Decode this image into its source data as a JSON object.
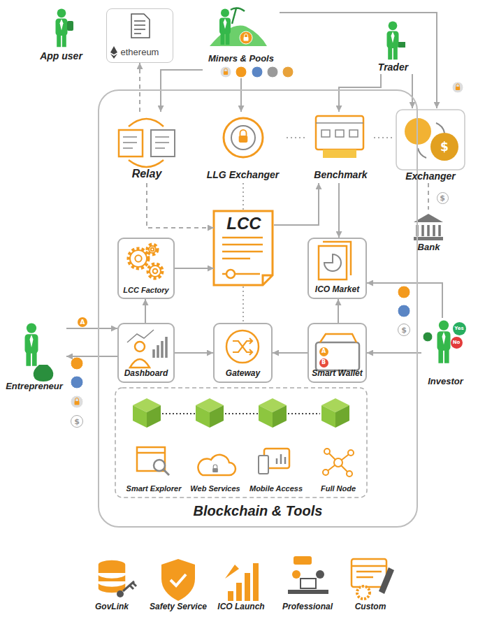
{
  "diagram": {
    "nodes": [
      {
        "text": [
          "App user"
        ]
      },
      {
        "text": [
          "ethereum"
        ]
      },
      {
        "text": [
          "Miners & Pools"
        ]
      },
      {
        "text": [
          "Trader"
        ]
      },
      {
        "text": [
          "Blockchain & Tools"
        ]
      },
      {
        "text": [
          "Relay"
        ],
        "in": 4
      },
      {
        "text": [
          "LLG Exchanger"
        ],
        "in": 4
      },
      {
        "text": [
          "Benchmark"
        ],
        "in": 4
      },
      {
        "text": [
          "Exchanger"
        ]
      },
      {
        "text": [
          "LCC"
        ],
        "in": 4
      },
      {
        "text": [
          "Bank"
        ]
      },
      {
        "text": [
          "LCC Factory"
        ],
        "in": 4
      },
      {
        "text": [
          "ICO Market"
        ],
        "in": 4
      },
      {
        "text": [
          "Entrepreneur"
        ]
      },
      {
        "text": [
          "Dashboard"
        ],
        "in": 4
      },
      {
        "text": [
          "Gateway"
        ],
        "in": 4
      },
      {
        "text": [
          "Smart Wallet"
        ],
        "in": 4
      },
      {
        "text": [
          "Investor"
        ]
      },
      {
        "text": [
          "Smart Explorer"
        ],
        "in": 4
      },
      {
        "text": [
          "Web Services"
        ],
        "in": 4
      },
      {
        "text": [
          "Mobile Access"
        ],
        "in": 4
      },
      {
        "text": [
          "Full Node"
        ],
        "in": 4
      },
      {
        "text": [
          "GovLink"
        ]
      },
      {
        "text": [
          "Safety Service"
        ]
      },
      {
        "text": [
          "ICO Launch"
        ]
      },
      {
        "text": [
          "Professional"
        ]
      },
      {
        "text": [
          "Custom"
        ]
      }
    ],
    "edges": [
      {
        "from": 5,
        "to": 1,
        "arrow": "to"
      },
      {
        "from": 2,
        "to": 5,
        "arrow": "to"
      },
      {
        "from": 2,
        "to": 6,
        "arrow": "to"
      },
      {
        "from": 2,
        "to": 8,
        "arrow": "to"
      },
      {
        "from": 3,
        "to": 7,
        "arrow": "to"
      },
      {
        "from": 3,
        "to": 8,
        "arrow": "to"
      },
      {
        "from": 6,
        "to": 7,
        "arrow": "none"
      },
      {
        "from": 7,
        "to": 8,
        "arrow": "none"
      },
      {
        "from": 8,
        "to": 10,
        "arrow": "none"
      },
      {
        "from": 5,
        "to": 9,
        "arrow": "to"
      },
      {
        "from": 6,
        "to": 9,
        "arrow": "none"
      },
      {
        "from": 9,
        "to": 7,
        "arrow": "to"
      },
      {
        "from": 7,
        "to": 12,
        "arrow": "to"
      },
      {
        "from": 11,
        "to": 9,
        "arrow": "to"
      },
      {
        "from": 14,
        "to": 11,
        "arrow": "to"
      },
      {
        "from": 9,
        "to": 15,
        "arrow": "none"
      },
      {
        "from": 16,
        "to": 12,
        "arrow": "to"
      },
      {
        "from": 17,
        "to": 12,
        "arrow": "to"
      },
      {
        "from": 17,
        "to": 16,
        "arrow": "to"
      },
      {
        "from": 16,
        "to": 15,
        "arrow": "to"
      },
      {
        "from": 14,
        "to": 15,
        "arrow": "to"
      },
      {
        "from": 13,
        "to": 14,
        "arrow": "to"
      },
      {
        "from": 14,
        "to": 13,
        "arrow": "to"
      }
    ],
    "labels": [
      "$",
      "$",
      "A",
      "$",
      "A",
      "B",
      "$",
      "Yes",
      "No"
    ]
  }
}
